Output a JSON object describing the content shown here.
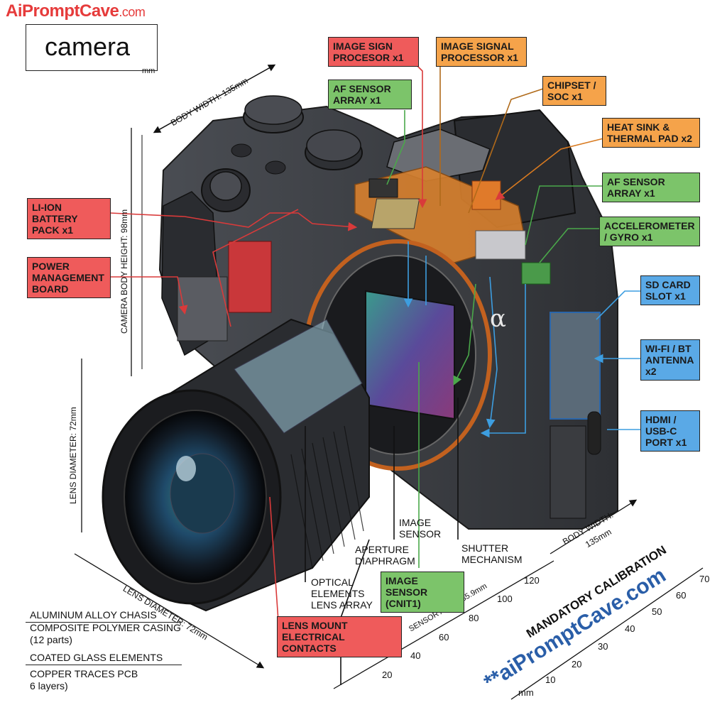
{
  "brand": {
    "part1": "Ai",
    "part2": "Prompt",
    "part3": "Cave",
    "part4": ".com"
  },
  "title": {
    "text": "camera",
    "unit": "mm"
  },
  "dimensions": {
    "body_width_top": "BODY WIDTH: 135mm",
    "body_height": "CAMERA BODY HEIGHT: 98mm",
    "lens_diameter_vertical": "LENS DIAMETER: 72mm",
    "lens_diameter_bottom": "LENS DIAMETER: 72mm",
    "body_width_right_1": "BODY WIDTH:",
    "body_width_right_2": "135mm",
    "sensor_area": "SENSOR AREA: 35.9mm"
  },
  "callouts": {
    "image_sign_processor": "IMAGE SIGN\nPROCESOR x1",
    "image_signal_processor": "IMAGE SIGNAL\nPROCESSOR x1",
    "af_sensor_array_top": "AF SENSOR\nARRAY x1",
    "chipset_soc": "CHIPSET /\nSOC x1",
    "heat_sink": "HEAT SINK &\nTHERMAL PAD x2",
    "af_sensor_array_right": "AF SENSOR\nARRAY x1",
    "accelerometer": "ACCELEROMETER\n/ GYRO x1",
    "sd_card": "SD CARD\nSLOT x1",
    "wifi_bt": "WI-FI / BT\nANTENNA\nx2",
    "hdmi_usb": "HDMI /\nUSB-C\nPORT x1",
    "li_ion": "LI-ION\nBATTERY\nPACK x1",
    "power_mgmt": "POWER\nMANAGEMENT\nBOARD",
    "image_sensor_box": "IMAGE SENSOR\n(CNIT1)",
    "lens_mount": "LENS MOUNT\nELECTRICAL CONTACTS"
  },
  "plain_labels": {
    "image_sensor": "IMAGE\nSENSOR",
    "aperture": "APERTURE\nDIAPHRAGM",
    "shutter": "SHUTTER\nMECHANISM",
    "optical": "OPTICAL\nELEMENTS\nLENS ARRAY"
  },
  "materials": {
    "m1": "ALUMINUM ALLOY CHASIS",
    "m2": "COMPOSITE POLYMER CASING",
    "m2b": "(12 parts)",
    "m3": "COATED GLASS ELEMENTS",
    "m4": "COPPER TRACES PCB",
    "m4b": "6 layers)"
  },
  "calibration": {
    "heading": "MANDATORY CALIBRATION",
    "site": "**aiPromptCave.com",
    "ruler_left_ticks": [
      "20",
      "40",
      "60",
      "80",
      "100",
      "120"
    ],
    "ruler_right_ticks": [
      "mm",
      "10",
      "20",
      "30",
      "40",
      "50",
      "60",
      "70"
    ]
  },
  "body_mark": "α",
  "colors": {
    "red": "#ef5b5b",
    "orange": "#f5a34a",
    "green": "#7cc46a",
    "blue": "#5aa9e6",
    "body": "#3b3d42",
    "pcb_orange": "#d9812e",
    "arrow_blue": "#3d9ee0"
  }
}
